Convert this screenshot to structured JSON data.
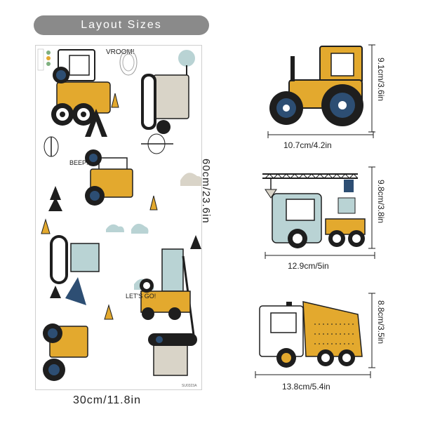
{
  "header": {
    "title": "Layout Sizes"
  },
  "sheet": {
    "width_label": "30cm/11.8in",
    "height_label": "60cm/23.6in",
    "text_vroom": "VROOM!",
    "text_beep": "BEEP!",
    "text_lets_go": "LET'S GO!",
    "code": "SU0323A"
  },
  "items": [
    {
      "name": "tractor",
      "width_label": "10.7cm/4.2in",
      "height_label": "9.1cm/3.6in"
    },
    {
      "name": "crane-truck",
      "width_label": "12.9cm/5in",
      "height_label": "9.8cm/3.8in"
    },
    {
      "name": "dump-truck",
      "width_label": "13.8cm/5.4in",
      "height_label": "8.8cm/3.5in"
    }
  ],
  "colors": {
    "mustard": "#E3A92E",
    "navy": "#2D4E73",
    "sage": "#B9D3D4",
    "stone": "#D9D4C8",
    "ink": "#1E1E1E",
    "pill": "#8A8A8A"
  }
}
